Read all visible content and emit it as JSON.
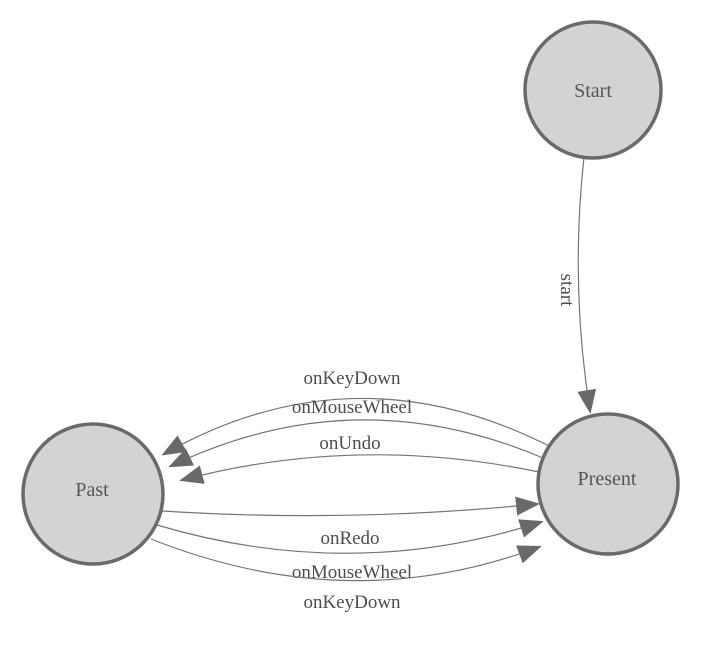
{
  "diagram": {
    "type": "state-machine",
    "colors": {
      "node_fill": "#d3d3d3",
      "node_stroke": "#6a6a6a",
      "edge_stroke": "#757575",
      "arrow_fill": "#696969",
      "label_text": "#4d4d4d",
      "background": "#ffffff"
    },
    "nodes": [
      {
        "id": "start",
        "label": "Start"
      },
      {
        "id": "present",
        "label": "Present"
      },
      {
        "id": "past",
        "label": "Past"
      }
    ],
    "edges": [
      {
        "id": "start-to-present",
        "from": "Start",
        "to": "Present",
        "label": "start"
      },
      {
        "id": "present-to-past-keydown",
        "from": "Present",
        "to": "Past",
        "label": "onKeyDown"
      },
      {
        "id": "present-to-past-mousewheel",
        "from": "Present",
        "to": "Past",
        "label": "onMouseWheel"
      },
      {
        "id": "present-to-past-undo",
        "from": "Present",
        "to": "Past",
        "label": "onUndo"
      },
      {
        "id": "past-to-present-redo",
        "from": "Past",
        "to": "Present",
        "label": "onRedo"
      },
      {
        "id": "past-to-present-mousewheel",
        "from": "Past",
        "to": "Present",
        "label": "onMouseWheel"
      },
      {
        "id": "past-to-present-keydown",
        "from": "Past",
        "to": "Present",
        "label": "onKeyDown"
      }
    ]
  }
}
